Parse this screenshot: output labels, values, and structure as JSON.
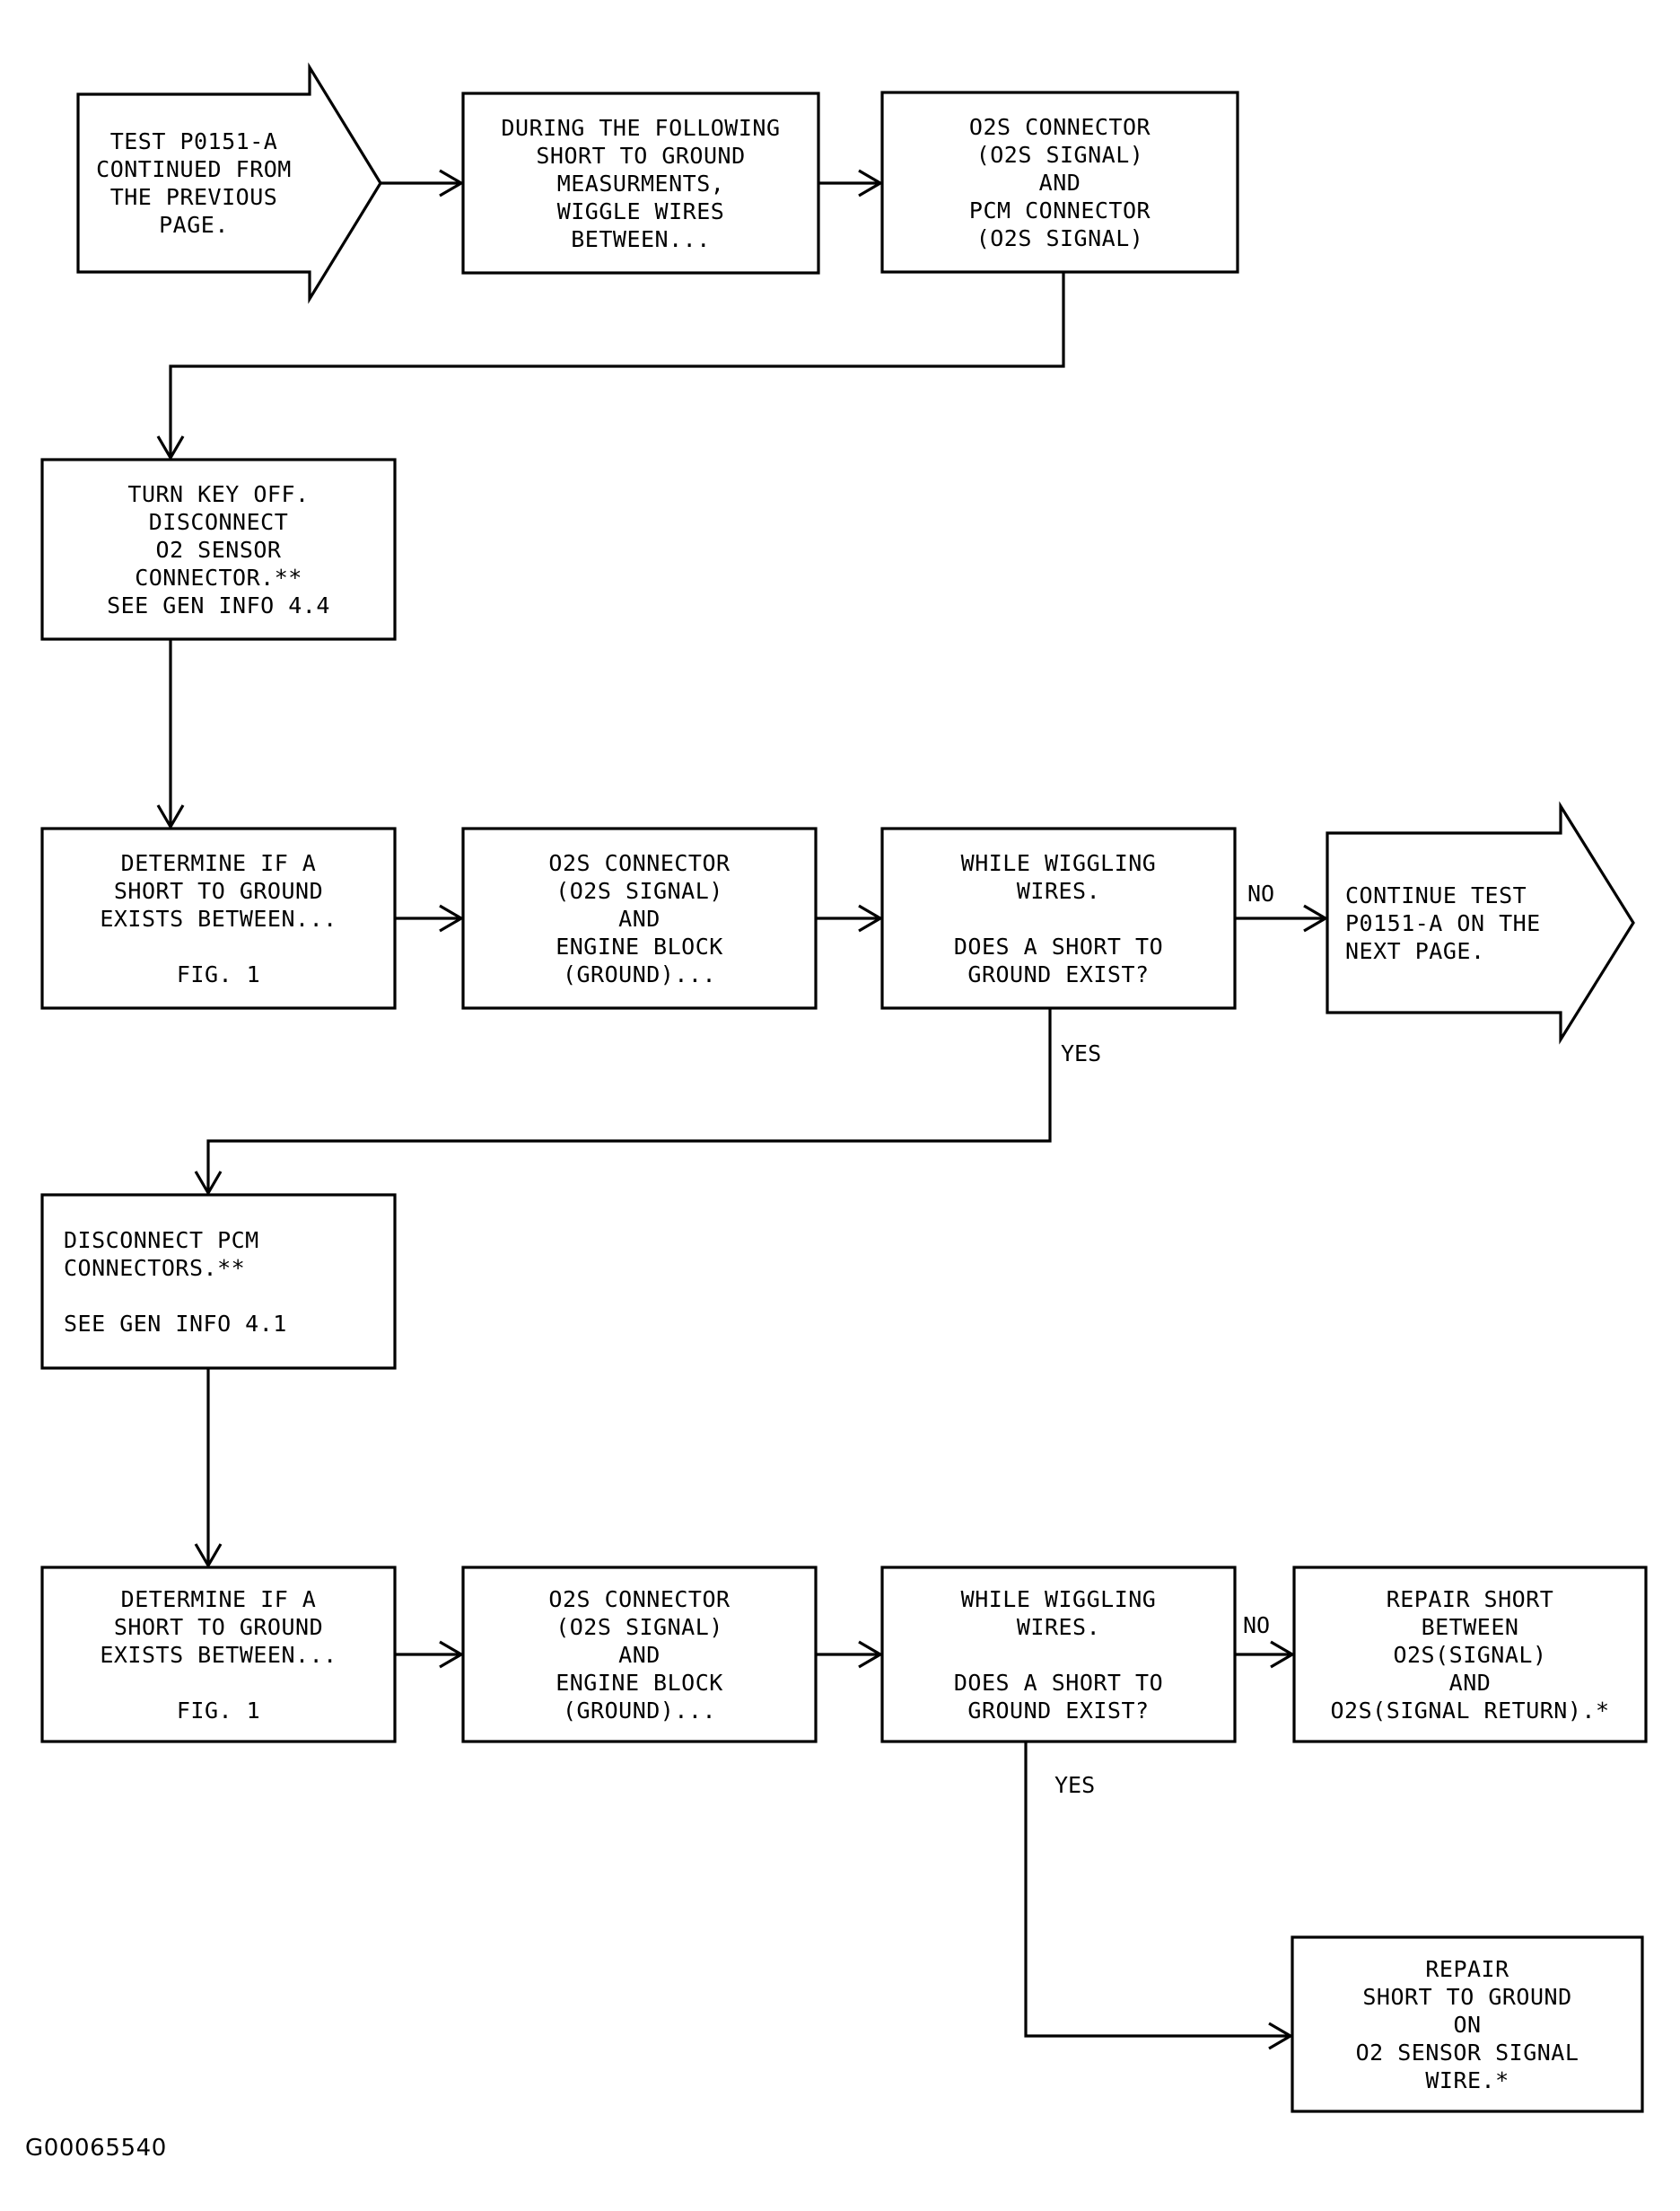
{
  "diagram": {
    "figure_id": "G00065540",
    "stroke_color": "#000000",
    "background_color": "#ffffff",
    "nodes": [
      {
        "id": "n1",
        "shape": "arrow-right-pentagon",
        "lines": [
          "TEST P0151-A",
          "CONTINUED FROM",
          "THE PREVIOUS",
          "PAGE."
        ]
      },
      {
        "id": "n2",
        "shape": "rect",
        "lines": [
          "DURING THE FOLLOWING",
          "SHORT TO GROUND",
          "MEASURMENTS,",
          "WIGGLE WIRES",
          "BETWEEN..."
        ]
      },
      {
        "id": "n3",
        "shape": "rect",
        "lines": [
          "O2S CONNECTOR",
          "(O2S SIGNAL)",
          "AND",
          "PCM CONNECTOR",
          "(O2S SIGNAL)"
        ]
      },
      {
        "id": "n4",
        "shape": "rect",
        "lines": [
          "TURN KEY OFF.",
          "DISCONNECT",
          "O2 SENSOR",
          "CONNECTOR.**",
          "SEE GEN INFO 4.4"
        ]
      },
      {
        "id": "n5",
        "shape": "rect",
        "lines": [
          "DETERMINE IF A",
          "SHORT TO GROUND",
          "EXISTS BETWEEN...",
          "",
          "FIG. 1"
        ]
      },
      {
        "id": "n6",
        "shape": "rect",
        "lines": [
          "O2S CONNECTOR",
          "(O2S SIGNAL)",
          "AND",
          "ENGINE BLOCK",
          "(GROUND)..."
        ]
      },
      {
        "id": "n7",
        "shape": "rect",
        "lines": [
          "WHILE WIGGLING",
          "WIRES.",
          "",
          "DOES A SHORT TO",
          "GROUND EXIST?"
        ]
      },
      {
        "id": "n8",
        "shape": "arrow-right-pentagon",
        "lines": [
          "CONTINUE TEST",
          "P0151-A ON THE",
          "NEXT PAGE."
        ]
      },
      {
        "id": "n9",
        "shape": "rect",
        "lines": [
          "DISCONNECT PCM",
          "CONNECTORS.**",
          "",
          "SEE GEN INFO 4.1"
        ]
      },
      {
        "id": "n10",
        "shape": "rect",
        "lines": [
          "DETERMINE IF A",
          "SHORT TO GROUND",
          "EXISTS BETWEEN...",
          "",
          "FIG. 1"
        ]
      },
      {
        "id": "n11",
        "shape": "rect",
        "lines": [
          "O2S CONNECTOR",
          "(O2S SIGNAL)",
          "AND",
          "ENGINE BLOCK",
          "(GROUND)..."
        ]
      },
      {
        "id": "n12",
        "shape": "rect",
        "lines": [
          "WHILE WIGGLING",
          "WIRES.",
          "",
          "DOES A SHORT TO",
          "GROUND EXIST?"
        ]
      },
      {
        "id": "n13",
        "shape": "rect",
        "lines": [
          "REPAIR SHORT",
          "BETWEEN",
          "O2S(SIGNAL)",
          "AND",
          "O2S(SIGNAL RETURN).*"
        ]
      },
      {
        "id": "n14",
        "shape": "rect",
        "lines": [
          "REPAIR",
          "SHORT TO GROUND",
          "ON",
          "O2 SENSOR SIGNAL",
          "WIRE.*"
        ]
      }
    ],
    "edge_labels": [
      {
        "id": "e_no_1",
        "text": "NO"
      },
      {
        "id": "e_yes_1",
        "text": "YES"
      },
      {
        "id": "e_no_2",
        "text": "NO"
      },
      {
        "id": "e_yes_2",
        "text": "YES"
      }
    ]
  }
}
